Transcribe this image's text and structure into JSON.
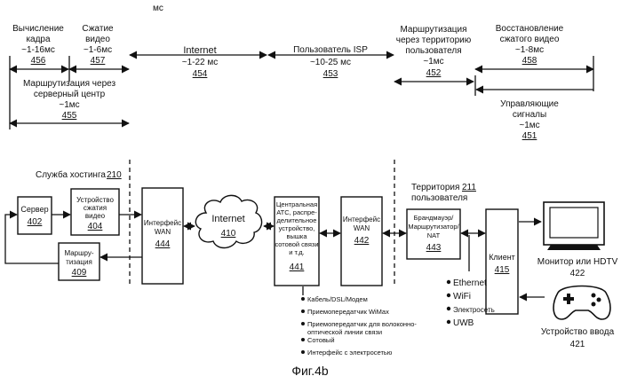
{
  "figure_caption": "Фиг.4b",
  "top_unit": "мс",
  "latency": {
    "compute": {
      "title1": "Вычисление",
      "title2": "кадра",
      "value": "~1-16мс",
      "ref": "456"
    },
    "compress": {
      "title1": "Сжатие",
      "title2": "видео",
      "value": "~1-6мс",
      "ref": "457"
    },
    "route_server": {
      "title1": "Маршрутизация через",
      "title2": "серверный центр",
      "value": "~1мс",
      "ref": "455"
    },
    "internet": {
      "title1": "Internet",
      "value": "~1-22 мс",
      "ref": "454"
    },
    "isp": {
      "title1": "Пользователь ISP",
      "value": "~10-25 мс",
      "ref": "453"
    },
    "route_user": {
      "title1": "Маршрутизация",
      "title2": "через территорию",
      "title3": "пользователя",
      "value": "~1мс",
      "ref": "452"
    },
    "decompress": {
      "title1": "Восстановление",
      "title2": "сжатого видео",
      "value": "~1-8мс",
      "ref": "458"
    },
    "control": {
      "title1": "Управляющие",
      "title2": "сигналы",
      "value": "~1мс",
      "ref": "451"
    }
  },
  "hosting": {
    "label": "Служба хостинга",
    "ref": "210"
  },
  "territory": {
    "label1": "Территория",
    "label2": "пользователя",
    "ref": "211"
  },
  "nodes": {
    "server": {
      "line1": "Сервер",
      "ref": "402"
    },
    "compressor": {
      "line1": "Устройство",
      "line2": "сжатия",
      "line3": "видео",
      "ref": "404"
    },
    "router": {
      "line1": "Маршру-",
      "line2": "тизация",
      "ref": "409"
    },
    "wan_host": {
      "line1": "Интерфейс",
      "line2": "WAN",
      "ref": "444"
    },
    "internet_cloud": {
      "line1": "Internet",
      "ref": "410"
    },
    "central": {
      "line1": "Центральная",
      "line2": "АТС, распре-",
      "line3": "делительное",
      "line4": "устройство,",
      "line5": "вышка",
      "line6": "сотовой связи",
      "line7": "и т.д.",
      "ref": "441"
    },
    "wan_user": {
      "line1": "Интерфейс",
      "line2": "WAN",
      "ref": "442"
    },
    "firewall": {
      "line1": "Брандмауэр/",
      "line2": "Маршрутизатор/",
      "line3": "NAT",
      "ref": "443"
    },
    "client": {
      "line1": "Клиент",
      "ref": "415"
    },
    "monitor": {
      "label": "Монитор или HDTV",
      "ref": "422"
    },
    "input_device": {
      "label": "Устройство ввода",
      "ref": "421"
    }
  },
  "wan_options": [
    "Кабель/DSL/Модем",
    "Приемопередатчик WiMax",
    "Приемопередатчик для волоконно-",
    "оптической линии связи",
    "Сотовый",
    "Интерфейс с электросетью"
  ],
  "lan_options": [
    "Ethernet",
    "WiFi",
    "Электросеть",
    "UWB"
  ]
}
